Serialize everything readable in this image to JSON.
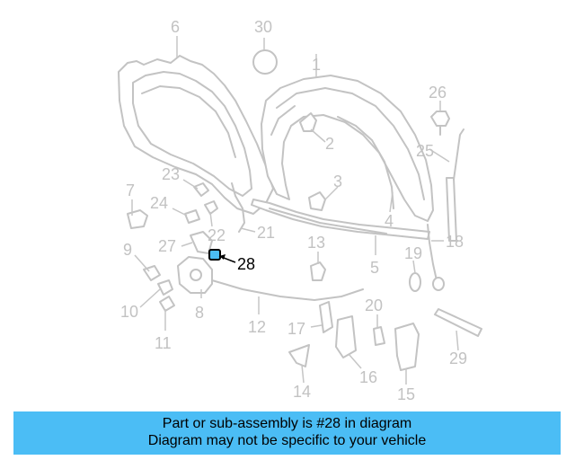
{
  "caption": {
    "line1": "Part or sub-assembly is #28 in diagram",
    "line2": "Diagram may not be specific to your vehicle"
  },
  "highlight": {
    "part": "28",
    "color": "#4bbdf5"
  },
  "callouts": [
    {
      "id": "c1",
      "text": "1"
    },
    {
      "id": "c2",
      "text": "2"
    },
    {
      "id": "c3",
      "text": "3"
    },
    {
      "id": "c4",
      "text": "4"
    },
    {
      "id": "c5",
      "text": "5"
    },
    {
      "id": "c6",
      "text": "6"
    },
    {
      "id": "c7",
      "text": "7"
    },
    {
      "id": "c8",
      "text": "8"
    },
    {
      "id": "c9",
      "text": "9"
    },
    {
      "id": "c10",
      "text": "10"
    },
    {
      "id": "c11",
      "text": "11"
    },
    {
      "id": "c12",
      "text": "12"
    },
    {
      "id": "c13",
      "text": "13"
    },
    {
      "id": "c14",
      "text": "14"
    },
    {
      "id": "c15",
      "text": "15"
    },
    {
      "id": "c16",
      "text": "16"
    },
    {
      "id": "c17",
      "text": "17"
    },
    {
      "id": "c18",
      "text": "18"
    },
    {
      "id": "c19",
      "text": "19"
    },
    {
      "id": "c20",
      "text": "20"
    },
    {
      "id": "c21",
      "text": "21"
    },
    {
      "id": "c22",
      "text": "22"
    },
    {
      "id": "c23",
      "text": "23"
    },
    {
      "id": "c24",
      "text": "24"
    },
    {
      "id": "c25",
      "text": "25"
    },
    {
      "id": "c26",
      "text": "26"
    },
    {
      "id": "c27",
      "text": "27"
    },
    {
      "id": "c28",
      "text": "28"
    },
    {
      "id": "c29",
      "text": "29"
    },
    {
      "id": "c30",
      "text": "30"
    }
  ]
}
